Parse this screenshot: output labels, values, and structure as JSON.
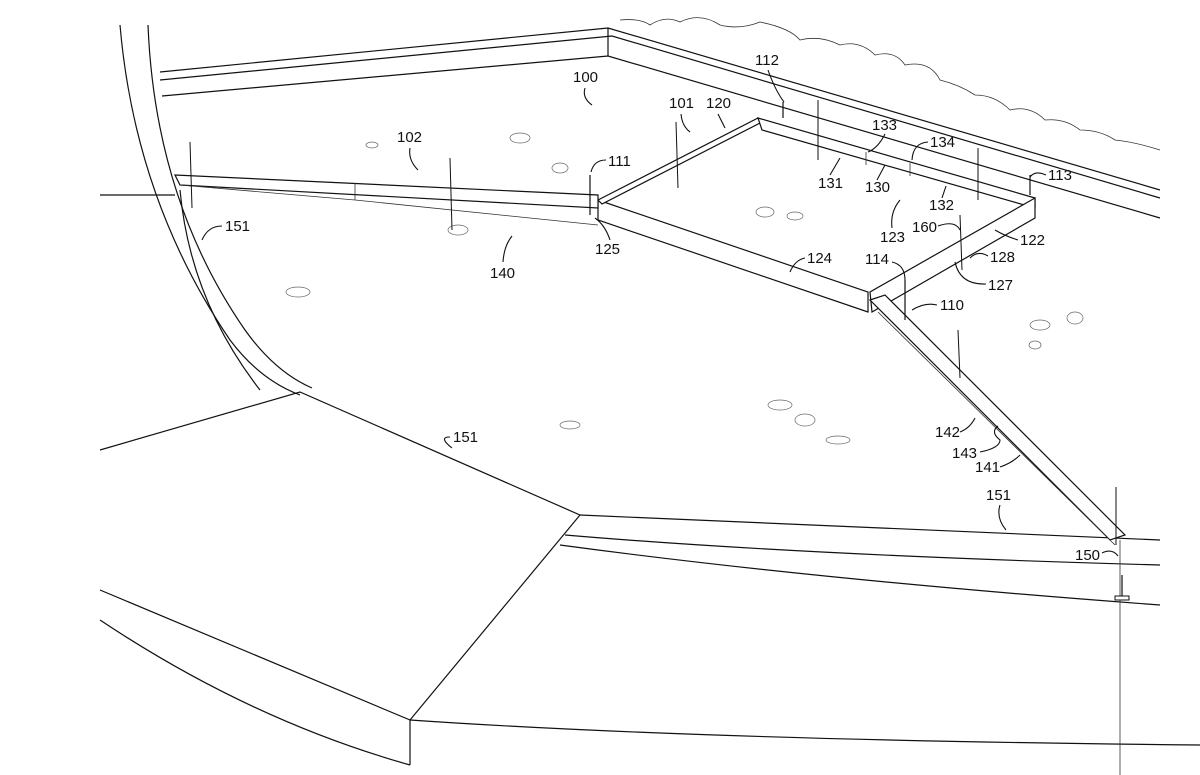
{
  "figure": {
    "type": "patent-drawing",
    "description": "Perspective view of a form assembly on a ground surface",
    "colors": {
      "line": "#111111",
      "background": "#ffffff"
    }
  },
  "labels": {
    "l100": "100",
    "l101": "101",
    "l102": "102",
    "l110": "110",
    "l111": "111",
    "l112": "112",
    "l113": "113",
    "l114": "114",
    "l120": "120",
    "l122": "122",
    "l123": "123",
    "l124": "124",
    "l125": "125",
    "l127": "127",
    "l128": "128",
    "l130": "130",
    "l131": "131",
    "l132": "132",
    "l133": "133",
    "l134": "134",
    "l140": "140",
    "l141": "141",
    "l142": "142",
    "l143": "143",
    "l150": "150",
    "l151a": "151",
    "l151b": "151",
    "l151c": "151",
    "l160": "160"
  }
}
